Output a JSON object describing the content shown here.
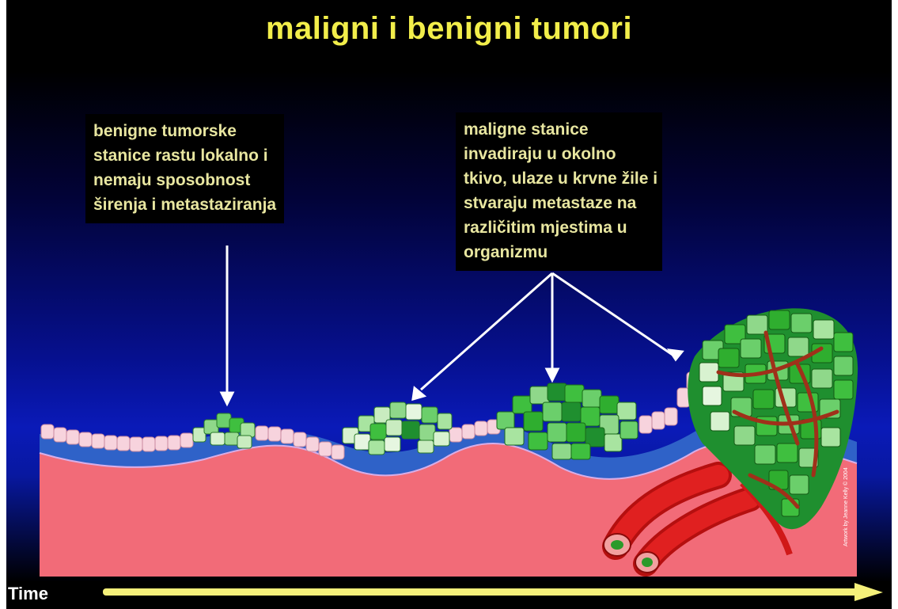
{
  "title": "maligni i benigni tumori",
  "benign_caption": "benigne tumorske\nstanice rastu lokalno i\nnemaju sposobnost\nširenja i metastaziranja",
  "malignant_caption": "maligne stanice\ninvadiraju u okolno\ntkivo, ulaze u krvne žile i\nstvaraju metastaze na\nrazličitim mjestima u\norganizmu",
  "time_label": "Time",
  "credit": "Artwork by Jeanne Kelly © 2004",
  "colors": {
    "title": "#f2ee4a",
    "caption_text": "#e8e6a0",
    "tissue": "#f26b78",
    "membrane": "#2f62c8",
    "normal_cell": "#f7d3dd",
    "tumor_cell": "#3fbf3f",
    "blood_vessel": "#d81818",
    "time_arrow": "#f5f07a"
  }
}
